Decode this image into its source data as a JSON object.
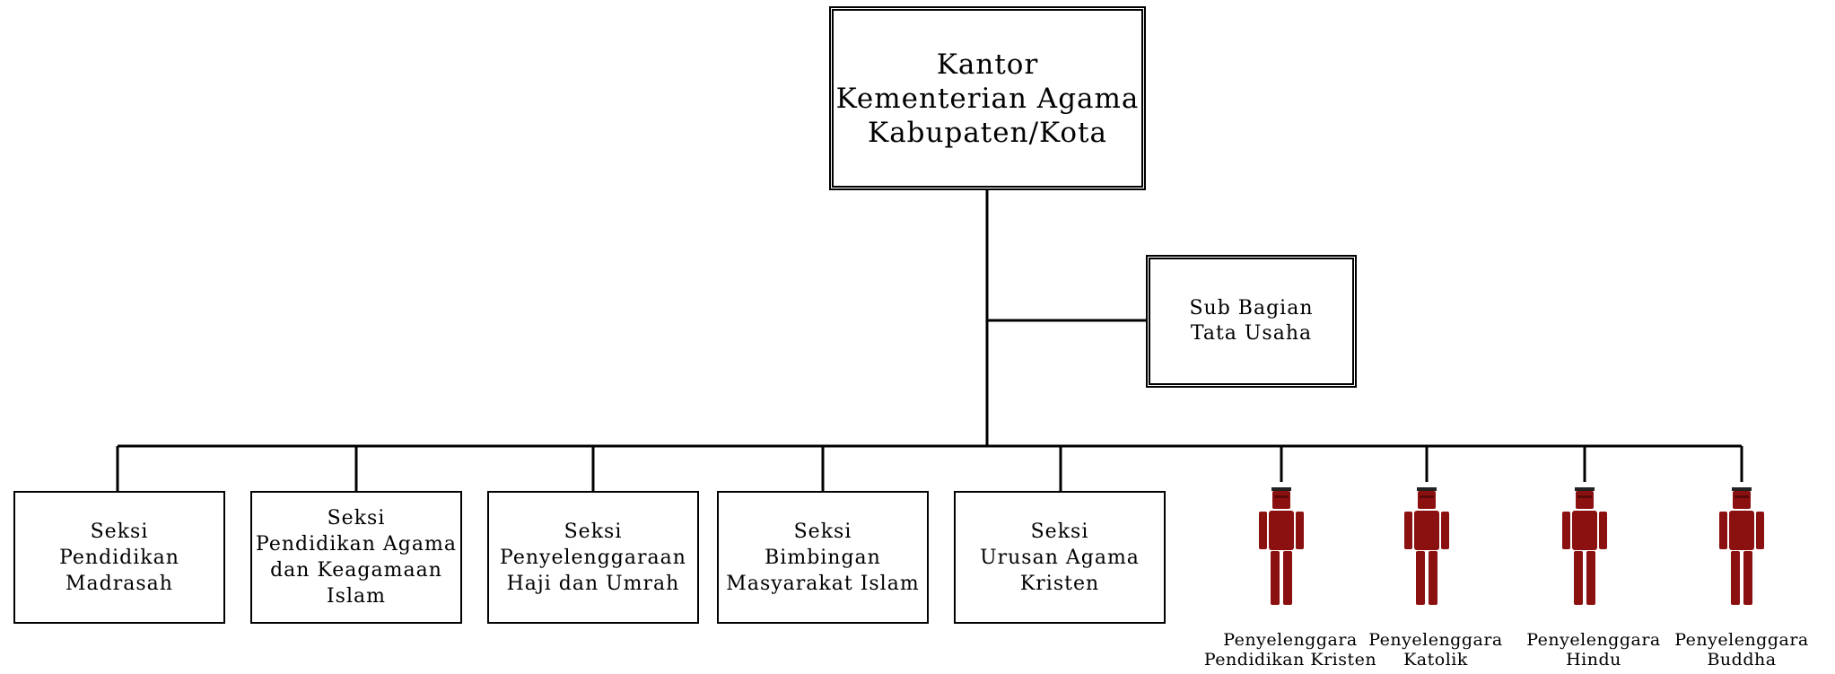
{
  "head": {
    "label": "Kantor\nKementerian Agama\nKabupaten/Kota"
  },
  "sub_bagian": {
    "label": "Sub Bagian\nTata Usaha"
  },
  "seksi": [
    {
      "label": "Seksi\nPendidikan\nMadrasah"
    },
    {
      "label": "Seksi\nPendidikan Agama\ndan Keagamaan\nIslam"
    },
    {
      "label": "Seksi\nPenyelenggaraan\nHaji dan Umrah"
    },
    {
      "label": "Seksi\nBimbingan\nMasyarakat Islam"
    },
    {
      "label": "Seksi\nUrusan Agama\nKristen"
    }
  ],
  "penyelenggara": [
    {
      "label": "Penyelenggara\nPendidikan Kristen"
    },
    {
      "label": "Penyelenggara\nKatolik"
    },
    {
      "label": "Penyelenggara\nHindu"
    },
    {
      "label": "Penyelenggara\nBuddha"
    }
  ],
  "colors": {
    "figure": "#8b1010",
    "figure_dark": "#5a0808",
    "line": "#000000"
  }
}
